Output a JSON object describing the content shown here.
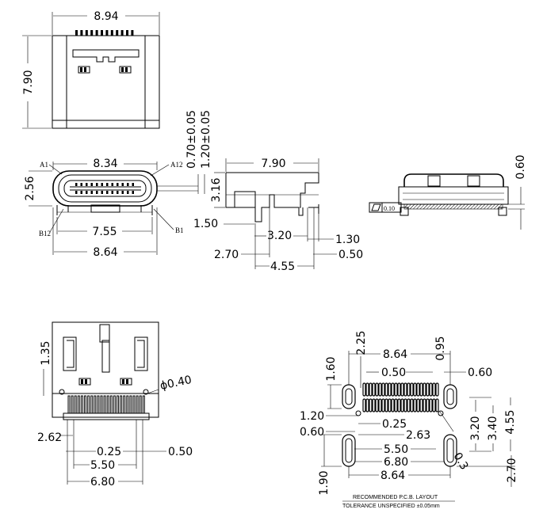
{
  "top_view": {
    "width": "8.94",
    "height": "7.90"
  },
  "front_view": {
    "top_width": "8.34",
    "height": "2.56",
    "inner_width": "7.55",
    "outer_width": "8.64",
    "pin_a1": "A1",
    "pin_a12": "A12",
    "pin_b12": "B12",
    "pin_b1": "B1",
    "tol_1": "0.70±0.05",
    "tol_2": "1.20±0.05"
  },
  "side_view": {
    "length": "7.90",
    "height": "3.16",
    "d_1_50": "1.50",
    "d_3_20": "3.20",
    "d_1_30": "1.30",
    "d_2_70": "2.70",
    "d_0_50": "0.50",
    "d_4_55": "4.55"
  },
  "rear_view": {
    "height": "0.60",
    "flatness": "0.10"
  },
  "bottom_view": {
    "d_1_35": "1.35",
    "hole": "ϕ0.40",
    "d_2_62": "2.62",
    "d_0_25": "0.25",
    "d_0_50": "0.50",
    "d_5_50": "5.50",
    "d_6_80": "6.80"
  },
  "pcb_layout": {
    "d_2_25": "2.25",
    "d_8_64_top": "8.64",
    "d_0_95": "0.95",
    "d_1_60": "1.60",
    "d_0_50": "0.50",
    "d_0_60_right": "0.60",
    "d_1_20": "1.20",
    "d_0_25": "0.25",
    "d_0_60_left": "0.60",
    "d_2_63": "2.63",
    "d_3_20": "3.20",
    "d_3_40": "3.40",
    "d_4_55": "4.55",
    "d_5_50": "5.50",
    "d_0_3": "0.3",
    "d_6_80": "6.80",
    "d_8_64_bottom": "8.64",
    "d_1_90": "1.90",
    "d_2_70": "2.70",
    "note_1": "RECOMMENDED   P.C.B.  LAYOUT",
    "note_2": "TOLERANCE  UNSPECIFIED  ±0.05mm"
  }
}
